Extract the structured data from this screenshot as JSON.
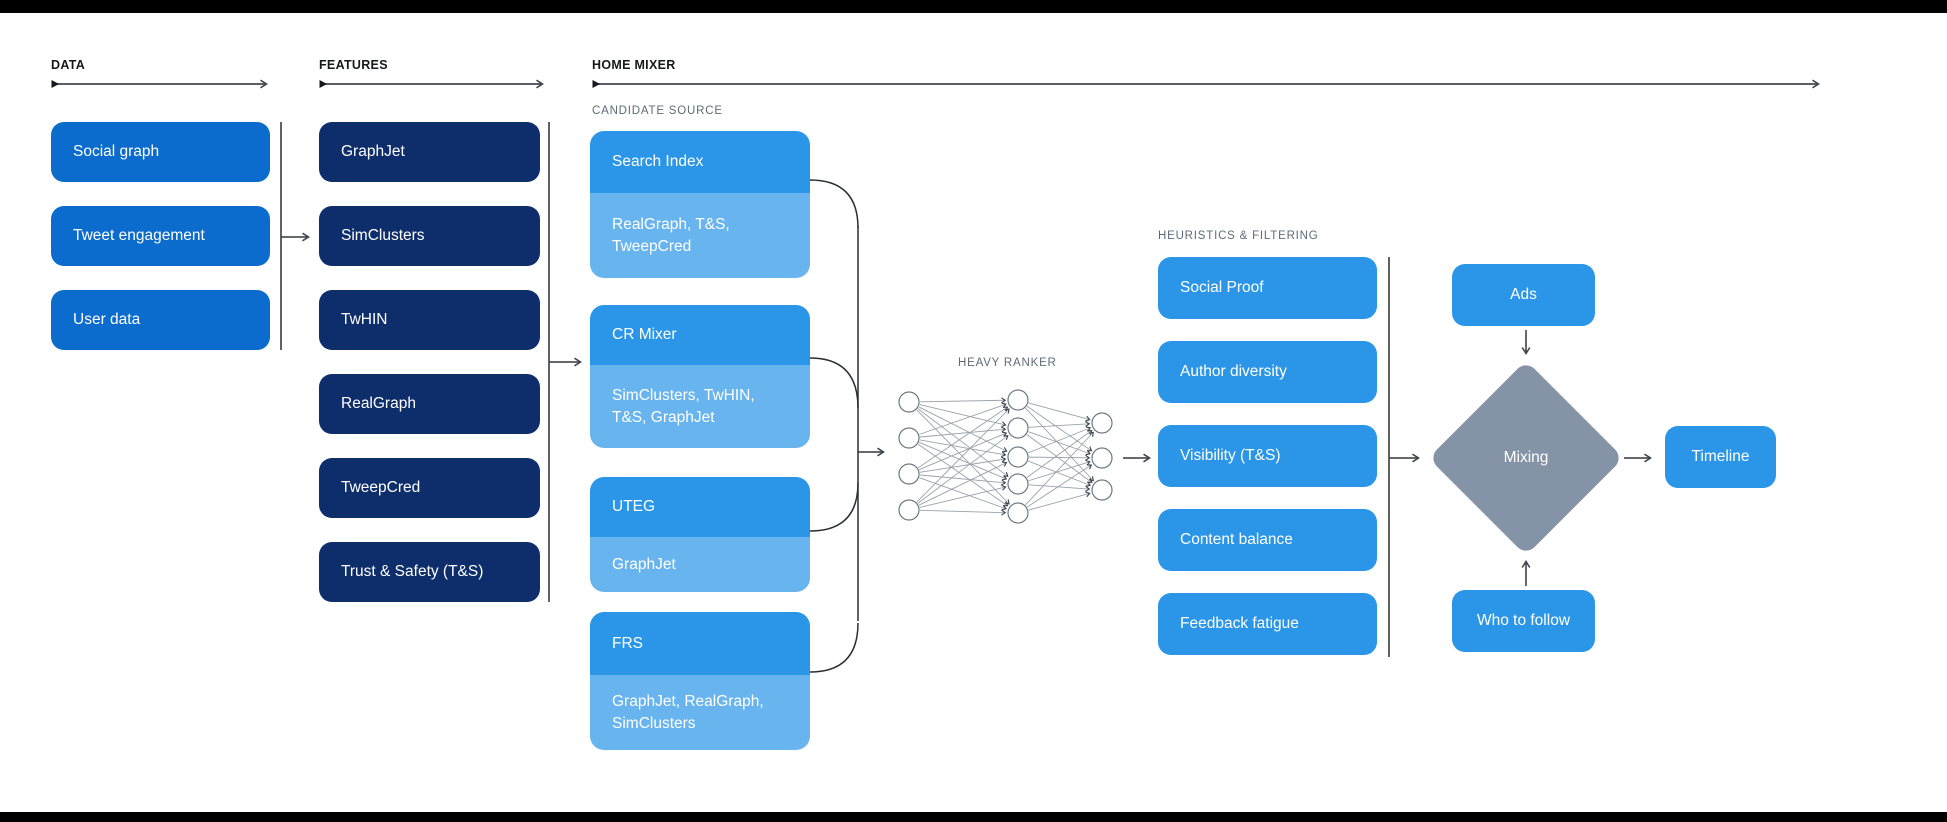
{
  "diagram": {
    "sections": {
      "data": {
        "label": "DATA",
        "items": [
          "Social graph",
          "Tweet engagement",
          "User data"
        ]
      },
      "features": {
        "label": "FEATURES",
        "items": [
          "GraphJet",
          "SimClusters",
          "TwHIN",
          "RealGraph",
          "TweepCred",
          "Trust & Safety (T&S)"
        ]
      },
      "home_mixer": {
        "label": "HOME MIXER",
        "candidate_source_label": "CANDIDATE SOURCE",
        "candidates": [
          {
            "title": "Search Index",
            "sources": "RealGraph, T&S,\nTweepCred"
          },
          {
            "title": "CR Mixer",
            "sources": "SimClusters, TwHIN,\nT&S, GraphJet"
          },
          {
            "title": "UTEG",
            "sources": "GraphJet"
          },
          {
            "title": "FRS",
            "sources": "GraphJet, RealGraph,\nSimClusters"
          }
        ],
        "heavy_ranker_label": "HEAVY RANKER",
        "heuristics": {
          "label": "HEURISTICS & FILTERING",
          "items": [
            "Social Proof",
            "Author diversity",
            "Visibility (T&S)",
            "Content balance",
            "Feedback fatigue"
          ]
        },
        "mixing": {
          "ads": "Ads",
          "diamond": "Mixing",
          "who_to_follow": "Who to follow",
          "timeline": "Timeline"
        }
      }
    },
    "colors": {
      "data_box_blue": "#0b6ccd",
      "feature_box_navy": "#0d2e6b",
      "candidate_header_blue": "#2b96e8",
      "candidate_source_light_blue": "#68b4ef",
      "mixing_diamond_slate": "#8494a6",
      "section_label_dark": "#16181c",
      "small_label_gray": "#5d6b79",
      "arrow_gray": "#41474d",
      "box_text": "#ffffff",
      "background": "#ffffff",
      "letterbox_black": "#000000"
    }
  }
}
